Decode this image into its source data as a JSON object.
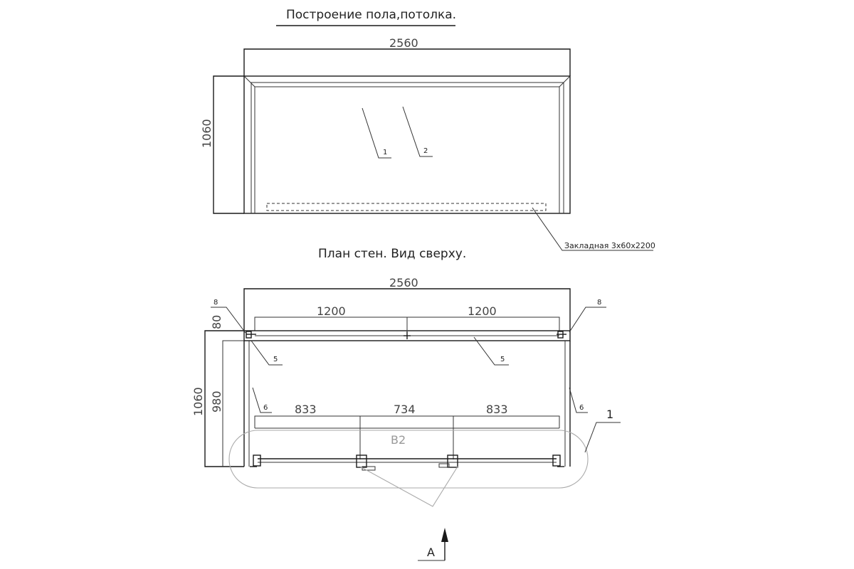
{
  "titles": {
    "floor_ceiling": "Построение пола,потолка.",
    "wall_plan": "План стен. Вид сверху."
  },
  "top_view": {
    "width_dim": "2560",
    "height_dim": "1060",
    "callout_1": "1",
    "callout_2": "2",
    "embed_note": "Закладная 3х60х2200"
  },
  "plan_view": {
    "width_dim": "2560",
    "upper_left_dim": "1200",
    "upper_right_dim": "1200",
    "depth_outer_dim": "1060",
    "depth_inner_dim": "980",
    "frame_dim": "80",
    "panel_left_dim": "833",
    "panel_mid_dim": "734",
    "panel_right_dim": "833",
    "zone_label": "B2",
    "callout_8_left": "8",
    "callout_8_right": "8",
    "callout_5_left": "5",
    "callout_5_mid": "5",
    "callout_6_left": "6",
    "callout_6_right": "6",
    "callout_1": "1",
    "view_label": "A"
  }
}
